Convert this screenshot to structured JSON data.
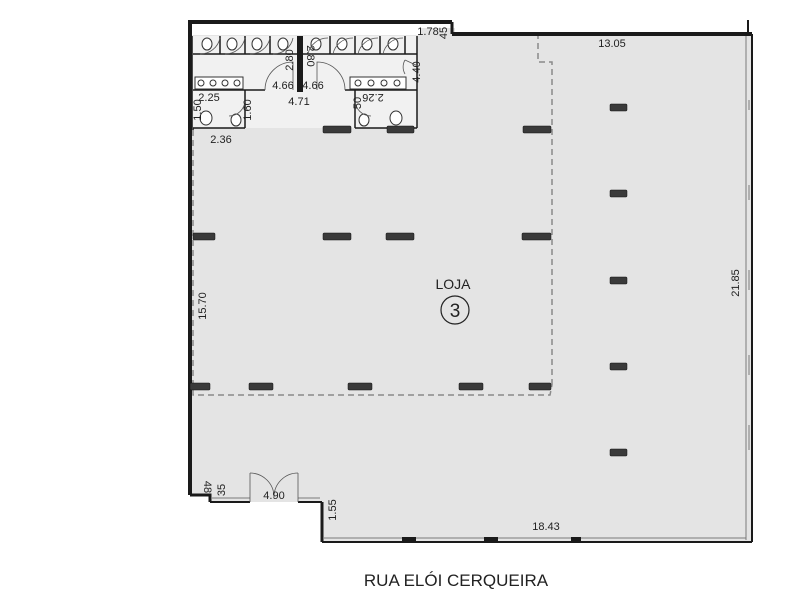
{
  "plan": {
    "store_label": "LOJA",
    "store_number": "3",
    "street": "RUA ELÓI CERQUEIRA",
    "dimensions": {
      "top_right": "13.05",
      "bottom": "18.43",
      "right_side": "21.85",
      "left_side": "15.70",
      "door_width": "4.90",
      "step_155": "1.55",
      "step_35": "35",
      "step_48": "48",
      "top_178": "1.78",
      "top_45": "45",
      "wc_440": "4.40",
      "wc_280a": "2.80",
      "wc_280b": "2.80",
      "wc_466a": "4.66",
      "wc_466b": "4.66",
      "wc_471": "4.71",
      "wc_225": "2.25",
      "wc_150": "1.50",
      "wc_160": "1.60",
      "wc_236": "2.36",
      "wc_226": "2.26",
      "wc_50": "50"
    }
  },
  "colors": {
    "floor": "#e4e4e4",
    "wall": "#1a1a1a",
    "column": "#3a3a3a",
    "dash": "#8a8a8a"
  }
}
